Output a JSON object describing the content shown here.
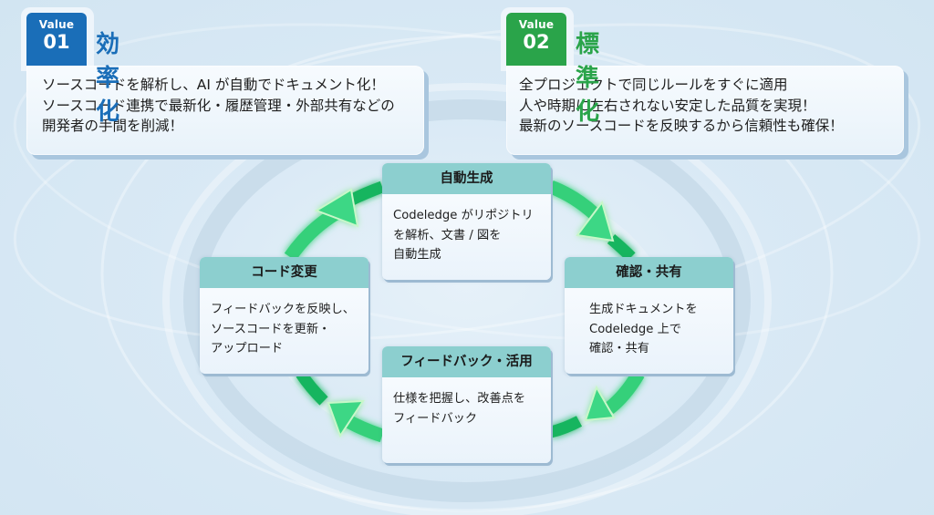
{
  "colors": {
    "value1_accent": "#1a6eb8",
    "value2_accent": "#2aa44a",
    "step_header": "#8ccfcf",
    "arrow": "#2fcf78",
    "arrow_glow": "#9ff0a8"
  },
  "values": [
    {
      "badge_label": "Value",
      "badge_number": "01",
      "title": "効率化",
      "lines": [
        "ソースコードを解析し、AI が自動でドキュメント化！",
        "ソースコード連携で最新化・履歴管理・外部共有などの",
        "開発者の手間を削減！"
      ]
    },
    {
      "badge_label": "Value",
      "badge_number": "02",
      "title": "標準化",
      "lines": [
        "全プロジェクトで同じルールをすぐに適用",
        "人や時期に左右されない安定した品質を実現！",
        "最新のソースコードを反映するから信頼性も確保！"
      ]
    }
  ],
  "cycle": {
    "steps": [
      {
        "id": "generate",
        "title": "自動生成",
        "lines": [
          "Codeledge がリポジトリ",
          "を解析、文書 / 図を",
          "自動生成"
        ]
      },
      {
        "id": "confirm",
        "title": "確認・共有",
        "lines": [
          "生成ドキュメントを",
          "Codeledge 上で",
          "確認・共有"
        ]
      },
      {
        "id": "feedback",
        "title": "フィードバック・活用",
        "lines": [
          "仕様を把握し、改善点を",
          "フィードバック"
        ]
      },
      {
        "id": "change",
        "title": "コード変更",
        "lines": [
          "フィードバックを反映し、",
          "ソースコードを更新・",
          "アップロード"
        ]
      }
    ],
    "arrows": [
      {
        "from": "change",
        "to": "generate",
        "icon": "arrow-up-right-icon"
      },
      {
        "from": "generate",
        "to": "confirm",
        "icon": "arrow-down-right-icon"
      },
      {
        "from": "confirm",
        "to": "feedback",
        "icon": "arrow-down-left-icon"
      },
      {
        "from": "feedback",
        "to": "change",
        "icon": "arrow-up-left-icon"
      }
    ]
  }
}
